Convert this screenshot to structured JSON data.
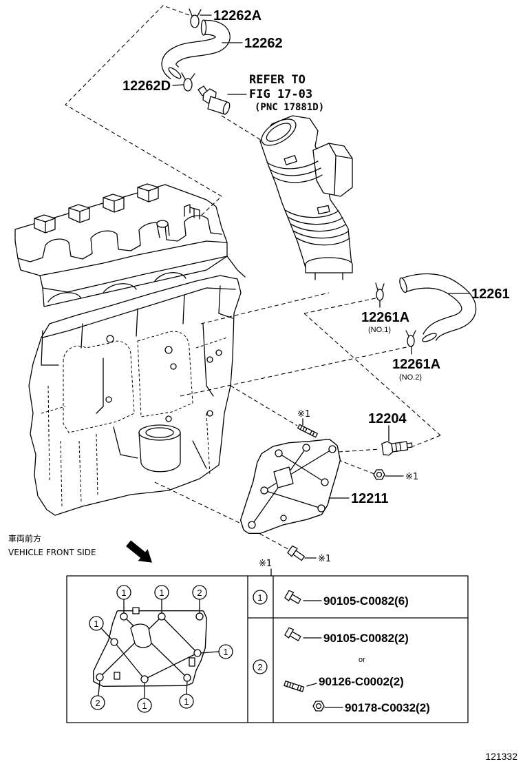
{
  "callouts": {
    "hose_clip_top": "12262A",
    "breather_hose": "12262",
    "hose_clip_lower": "12262D",
    "refer": {
      "line1": "REFER TO",
      "line2": "FIG 17-03",
      "line3": "(PNC 17881D)"
    },
    "water_hose": "12261",
    "clip_no1": {
      "part": "12261A",
      "note": "(NO.1)"
    },
    "clip_no2": {
      "part": "12261A",
      "note": "(NO.2)"
    },
    "stud_mark": "※1",
    "sensor": "12204",
    "nut_mark": "※1",
    "cover_plate": "12211",
    "bolt_mark": "※1"
  },
  "orientation": {
    "jp": "車両前方",
    "en": "VEHICLE FRONT SIDE"
  },
  "fastener_table": {
    "mark": "※1",
    "inset_callouts": [
      "1",
      "1",
      "2",
      "1",
      "1",
      "2",
      "1",
      "1"
    ],
    "row1": {
      "key": "1",
      "part": "90105-C0082(6)"
    },
    "row2": {
      "key": "2",
      "part_a": "90105-C0082(2)",
      "or": "or",
      "part_b": "90126-C0002(2)",
      "part_c": "90178-C0032(2)"
    }
  },
  "figure_number": "121332",
  "colors": {
    "ink": "#000000",
    "background": "#ffffff"
  }
}
